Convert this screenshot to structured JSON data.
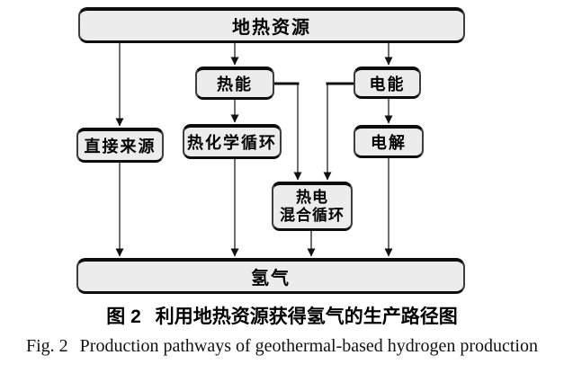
{
  "diagram": {
    "nodes": {
      "geothermal": {
        "label": "地热资源"
      },
      "heat": {
        "label": "热能"
      },
      "electric": {
        "label": "电能"
      },
      "direct": {
        "label": "直接来源"
      },
      "thermochemical": {
        "label": "热化学循环"
      },
      "electrolysis": {
        "label": "电解"
      },
      "hybrid": {
        "line1": "热电",
        "line2": "混合循环"
      },
      "hydrogen": {
        "label": "氢气"
      }
    },
    "edges": [
      {
        "from": "地热资源",
        "to": "直接来源"
      },
      {
        "from": "地热资源",
        "to": "热能"
      },
      {
        "from": "地热资源",
        "to": "电能"
      },
      {
        "from": "热能",
        "to": "热化学循环"
      },
      {
        "from": "热能",
        "to": "热电混合循环"
      },
      {
        "from": "电能",
        "to": "电解"
      },
      {
        "from": "电能",
        "to": "热电混合循环"
      },
      {
        "from": "直接来源",
        "to": "氢气"
      },
      {
        "from": "热化学循环",
        "to": "氢气"
      },
      {
        "from": "热电混合循环",
        "to": "氢气"
      },
      {
        "from": "电解",
        "to": "氢气"
      }
    ],
    "colors": {
      "box_fill": "#ececec",
      "box_border": "#0d0d0d",
      "line": "#4a4a4a",
      "thick_connector": "#111111",
      "arrowhead": "#111111",
      "background": "#ffffff"
    }
  },
  "caption": {
    "zh_fig": "图 2",
    "zh_text": "利用地热资源获得氢气的生产路径图",
    "en_fig": "Fig. 2",
    "en_text": "Production pathways of geothermal-based hydrogen production"
  }
}
